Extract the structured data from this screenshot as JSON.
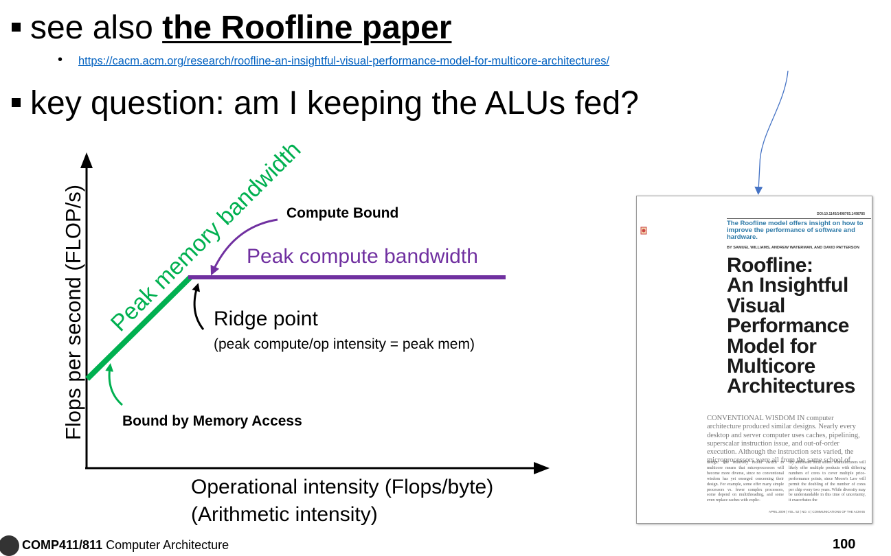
{
  "slide": {
    "heading1_prefix": "see also ",
    "heading1_link": "the Roofline paper",
    "url": "https://cacm.acm.org/research/roofline-an-insightful-visual-performance-model-for-multicore-architectures/",
    "heading2": "key question: am I keeping the ALUs fed?"
  },
  "diagram": {
    "y_axis_label": "Flops per second (FLOP/s)",
    "x_axis_label_line1": "Operational intensity (Flops/byte)",
    "x_axis_label_line2": "(Arithmetic intensity)",
    "memory_line_label": "Peak memory bandwidth",
    "compute_line_label": "Peak compute bandwidth",
    "compute_bound": "Compute Bound",
    "ridge_point": "Ridge point",
    "ridge_note": "(peak compute/op intensity = peak mem)",
    "memory_bound": "Bound by Memory Access",
    "colors": {
      "memory": "#00b050",
      "compute": "#7030a0",
      "link_arrow": "#4472c4"
    }
  },
  "thumbnail": {
    "doi": "DOI:10.1145/1498765.1498785",
    "teaser": "The Roofline model offers insight on how to improve the performance of software and hardware.",
    "authors": "BY SAMUEL WILLIAMS, ANDREW WATERMAN, AND DAVID PATTERSON",
    "title_lines": [
      "Roofline:",
      "An Insightful",
      "Visual",
      "Performance",
      "Model for",
      "Multicore",
      "Architectures"
    ],
    "abstract": "CONVENTIONAL WISDOM IN computer architecture produced similar designs. Nearly every desktop and server computer uses caches, pipelining, superscalar instruction issue, and out-of-order execution. Although the instruction sets varied, the microprocessors were all from the same school of",
    "col1": "design. The relatively recent switch to multicore means that microprocessors will become more diverse, since no conventional wisdom has yet emerged concerning their design. For example, some offer many simple processors vs. fewer complex processors, some depend on multithreading, and some even replace caches with explic-",
    "col2": "itly addressed local stores. Manufacturers will likely offer multiple products with differing numbers of cores to cover multiple price-performance points, since Moore's Law will permit the doubling of the number of cores per chip every two years. While diversity may be understandable in this time of uncertainty, it exacerbates the",
    "footer": "APRIL 2009 | VOL. 52 | NO. 4 | COMMUNICATIONS OF THE ACM 65"
  },
  "footer": {
    "course": "COMP411/811",
    "course_title": " Computer Architecture",
    "page": "100"
  }
}
